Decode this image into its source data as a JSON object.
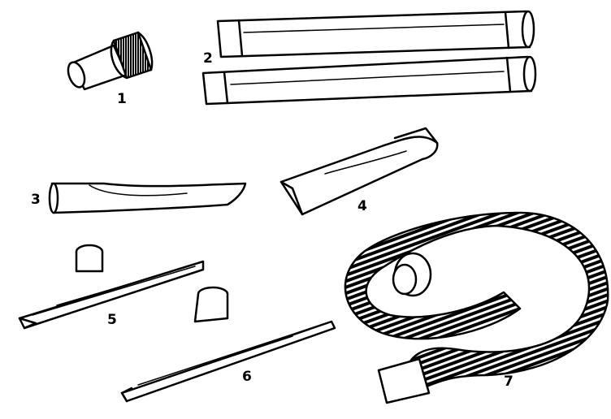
{
  "diagram": {
    "type": "parts illustration",
    "colors": {
      "ink": "#000000",
      "paper": "#ffffff"
    },
    "parts": [
      {
        "number": "1",
        "icon": "dusting-brush-icon"
      },
      {
        "number": "2",
        "icon": "extension-wand-pair-icon"
      },
      {
        "number": "3",
        "icon": "crevice-tool-icon"
      },
      {
        "number": "4",
        "icon": "wide-nozzle-icon"
      },
      {
        "number": "5",
        "icon": "floor-squeegee-nozzle-icon"
      },
      {
        "number": "6",
        "icon": "floor-nozzle-icon"
      },
      {
        "number": "7",
        "icon": "flexible-hose-icon"
      }
    ]
  }
}
